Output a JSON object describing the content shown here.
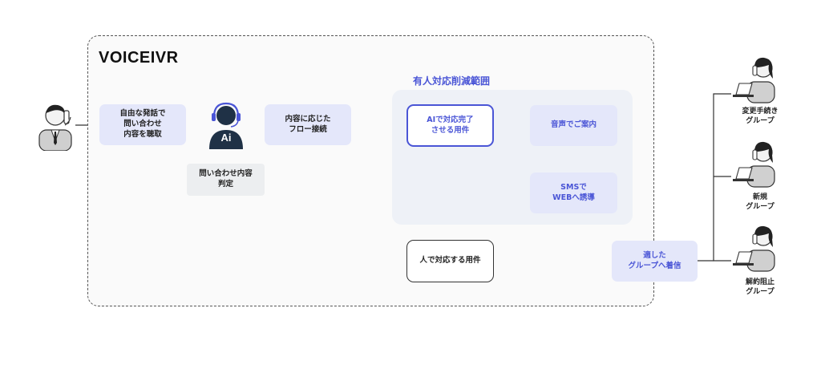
{
  "title": "VOICEIVR",
  "zone_title": "有人対応削減範囲",
  "nodes": {
    "free_speech": "自由な発話で\n問い合わせ\n内容を聴取",
    "ai_badge": "Ai",
    "inquiry_judge": "問い合わせ内容\n判定",
    "route_flow": "内容に応じた\nフロー接続",
    "ai_complete": "AIで対応完了\nさせる用件",
    "voice_guide": "音声でご案内",
    "sms_web": "SMSで\nWEBへ誘導",
    "human_matter": "人で対応する用件",
    "route_group": "適した\nグループへ着信"
  },
  "groups": [
    {
      "label": "変更手続き\nグループ"
    },
    {
      "label": "新規\nグループ"
    },
    {
      "label": "解約阻止\nグループ"
    }
  ],
  "colors": {
    "accent": "#4a55d6",
    "box_fill": "#e4e7fa",
    "zone_fill": "#eef1f7",
    "operator_fill": "#1f3146"
  }
}
